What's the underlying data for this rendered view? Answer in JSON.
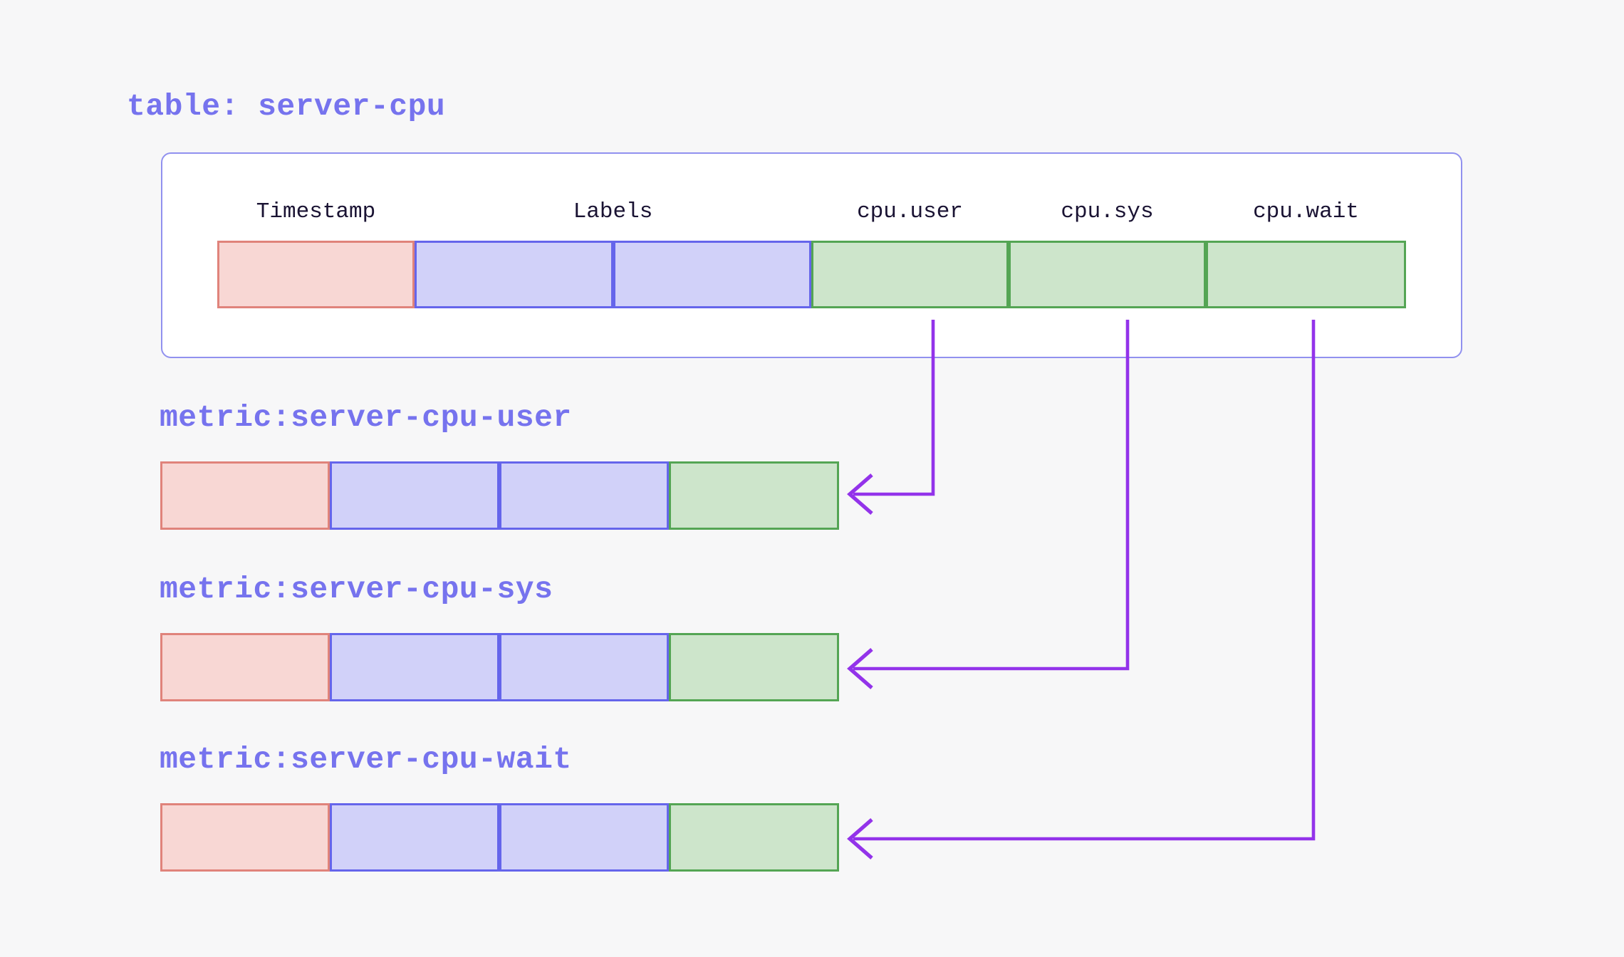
{
  "diagram": {
    "title": "table: server-cpu",
    "table": {
      "headers": [
        "Timestamp",
        "Labels",
        "cpu.user",
        "cpu.sys",
        "cpu.wait"
      ]
    },
    "metrics": [
      {
        "label": "metric:server-cpu-user",
        "source_column": "cpu.user"
      },
      {
        "label": "metric:server-cpu-sys",
        "source_column": "cpu.sys"
      },
      {
        "label": "metric:server-cpu-wait",
        "source_column": "cpu.wait"
      }
    ],
    "legend_semantics": {
      "red_cell": "timestamp",
      "blue_cell": "labels",
      "green_cell": "metric-value"
    },
    "colors": {
      "background": "#f7f7f8",
      "accent_text": "#7673ee",
      "header_text": "#1a1333",
      "container_border": "#9191ef",
      "timestamp_fill": "#f8d7d4",
      "timestamp_border": "#e0837b",
      "labels_fill": "#d1d1f9",
      "labels_border": "#6565eb",
      "value_fill": "#cde5cb",
      "value_border": "#54a554",
      "arrow": "#9333ea"
    }
  }
}
